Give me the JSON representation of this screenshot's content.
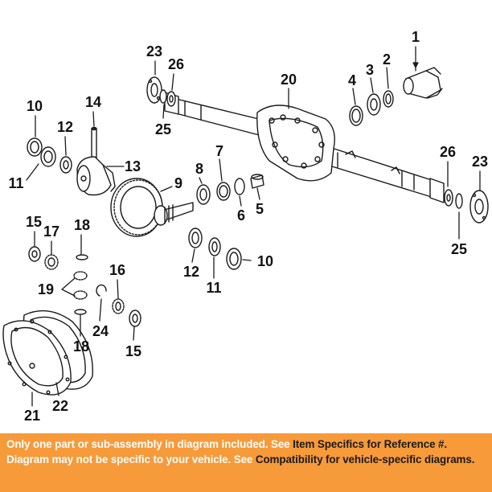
{
  "diagram": {
    "callouts": [
      {
        "id": "c1",
        "label": "1"
      },
      {
        "id": "c2",
        "label": "2"
      },
      {
        "id": "c3",
        "label": "3"
      },
      {
        "id": "c4",
        "label": "4"
      },
      {
        "id": "c5",
        "label": "5"
      },
      {
        "id": "c6",
        "label": "6"
      },
      {
        "id": "c7",
        "label": "7"
      },
      {
        "id": "c8",
        "label": "8"
      },
      {
        "id": "c9",
        "label": "9"
      },
      {
        "id": "c10a",
        "label": "10"
      },
      {
        "id": "c10b",
        "label": "10"
      },
      {
        "id": "c11a",
        "label": "11"
      },
      {
        "id": "c11b",
        "label": "11"
      },
      {
        "id": "c12a",
        "label": "12"
      },
      {
        "id": "c12b",
        "label": "12"
      },
      {
        "id": "c13",
        "label": "13"
      },
      {
        "id": "c14",
        "label": "14"
      },
      {
        "id": "c15a",
        "label": "15"
      },
      {
        "id": "c15b",
        "label": "15"
      },
      {
        "id": "c16",
        "label": "16"
      },
      {
        "id": "c17",
        "label": "17"
      },
      {
        "id": "c18a",
        "label": "18"
      },
      {
        "id": "c18b",
        "label": "18"
      },
      {
        "id": "c19",
        "label": "19"
      },
      {
        "id": "c20",
        "label": "20"
      },
      {
        "id": "c21",
        "label": "21"
      },
      {
        "id": "c22",
        "label": "22"
      },
      {
        "id": "c23a",
        "label": "23"
      },
      {
        "id": "c23b",
        "label": "23"
      },
      {
        "id": "c24",
        "label": "24"
      },
      {
        "id": "c25a",
        "label": "25"
      },
      {
        "id": "c25b",
        "label": "25"
      },
      {
        "id": "c26a",
        "label": "26"
      },
      {
        "id": "c26b",
        "label": "26"
      }
    ]
  },
  "notice": {
    "line1_prefix": "Only one part or sub-assembly in diagram included. See ",
    "line1_highlight": "Item Specifics for Reference #.",
    "line2_prefix": "Diagram may not be specific to your vehicle. See ",
    "line2_highlight": "Compatibility for vehicle-specific diagrams.",
    "background_color": "#f79a3a",
    "text_color": "#ffffff",
    "highlight_color": "#1a1a1a"
  }
}
